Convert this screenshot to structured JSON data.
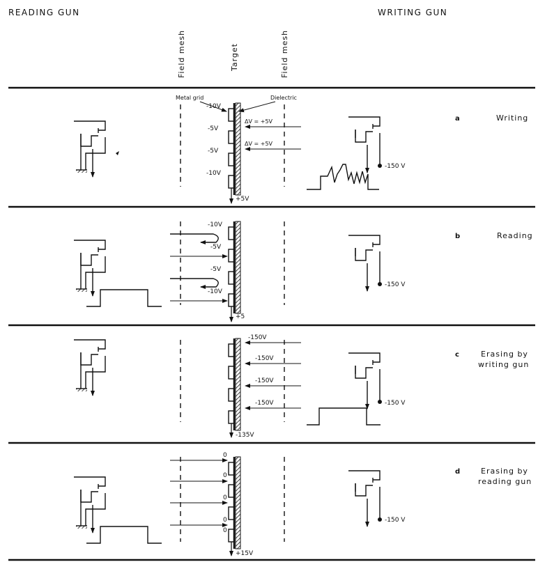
{
  "header": {
    "left": "READING GUN",
    "right": "WRITING GUN"
  },
  "columns": {
    "field_mesh_left": "Field mesh",
    "target": "Target",
    "field_mesh_right": "Field mesh"
  },
  "callouts": {
    "metal_grid": "Metal grid",
    "dielectric": "Dielectric"
  },
  "panels": [
    {
      "letter": "a",
      "label_lines": [
        "Writing"
      ],
      "voltages": [
        "-10V",
        "-5V",
        "-5V",
        "-10V"
      ],
      "arrows": [
        "ΔV = +5V",
        "ΔV = +5V"
      ],
      "bottom": "+5V",
      "gun_voltage": "-150 V"
    },
    {
      "letter": "b",
      "label_lines": [
        "Reading"
      ],
      "voltages": [
        "-10V",
        "-5V",
        "-5V",
        "-10V"
      ],
      "bottom": "+5",
      "gun_voltage": "-150 V"
    },
    {
      "letter": "c",
      "label_lines": [
        "Erasing by",
        "writing gun"
      ],
      "voltages": [
        "-150V",
        "-150V",
        "-150V",
        "-150V"
      ],
      "bottom": "-135V",
      "gun_voltage": "-150 V"
    },
    {
      "letter": "d",
      "label_lines": [
        "Erasing by",
        "reading gun"
      ],
      "voltages": [
        "0",
        "0",
        "0",
        "0",
        "0"
      ],
      "bottom": "+15V",
      "gun_voltage": "-150 V"
    }
  ]
}
